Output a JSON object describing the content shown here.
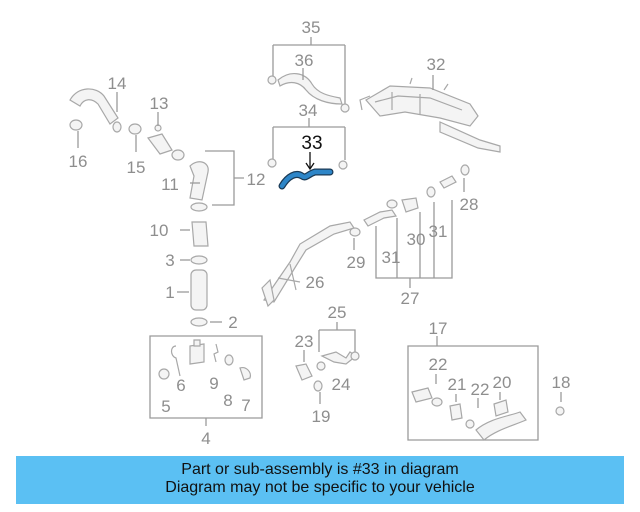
{
  "highlight": {
    "number": "33",
    "color": "#2e86c8"
  },
  "callouts": [
    "1",
    "2",
    "3",
    "4",
    "5",
    "6",
    "7",
    "8",
    "9",
    "10",
    "11",
    "12",
    "13",
    "14",
    "15",
    "16",
    "17",
    "18",
    "19",
    "20",
    "21",
    "22",
    "22",
    "23",
    "24",
    "25",
    "26",
    "27",
    "28",
    "29",
    "30",
    "31",
    "31",
    "32",
    "34",
    "35",
    "36"
  ],
  "banner": {
    "line1": "Part or sub-assembly is #33 in diagram",
    "line2": "Diagram may not be specific to your vehicle",
    "color": "#5bc0f3"
  }
}
